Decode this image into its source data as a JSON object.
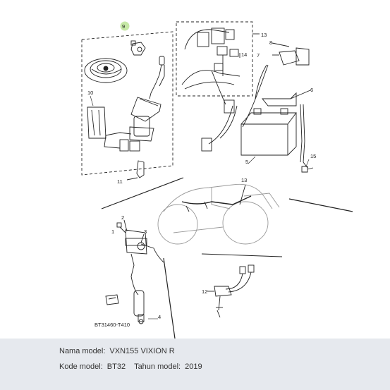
{
  "diagram": {
    "code": "BT31460-T410",
    "callouts": {
      "c1": "1",
      "c2": "2",
      "c3": "3",
      "c4": "4",
      "c5": "5",
      "c6": "6",
      "c7": "7",
      "c8": "8",
      "c9": "9",
      "c10": "10",
      "c11": "11",
      "c12": "12",
      "c13a": "13",
      "c13b": "13",
      "c14": "14",
      "c15": "15"
    }
  },
  "info": {
    "model_name_label": "Nama model:",
    "model_name_value": "VXN155 VIXION R",
    "model_code_label": "Kode model:",
    "model_code_value": "BT32",
    "model_year_label": "Tahun model:",
    "model_year_value": "2019"
  },
  "colors": {
    "callout_highlight": "#c6e8a6",
    "info_background": "#e6e9ee",
    "line": "#222222"
  }
}
